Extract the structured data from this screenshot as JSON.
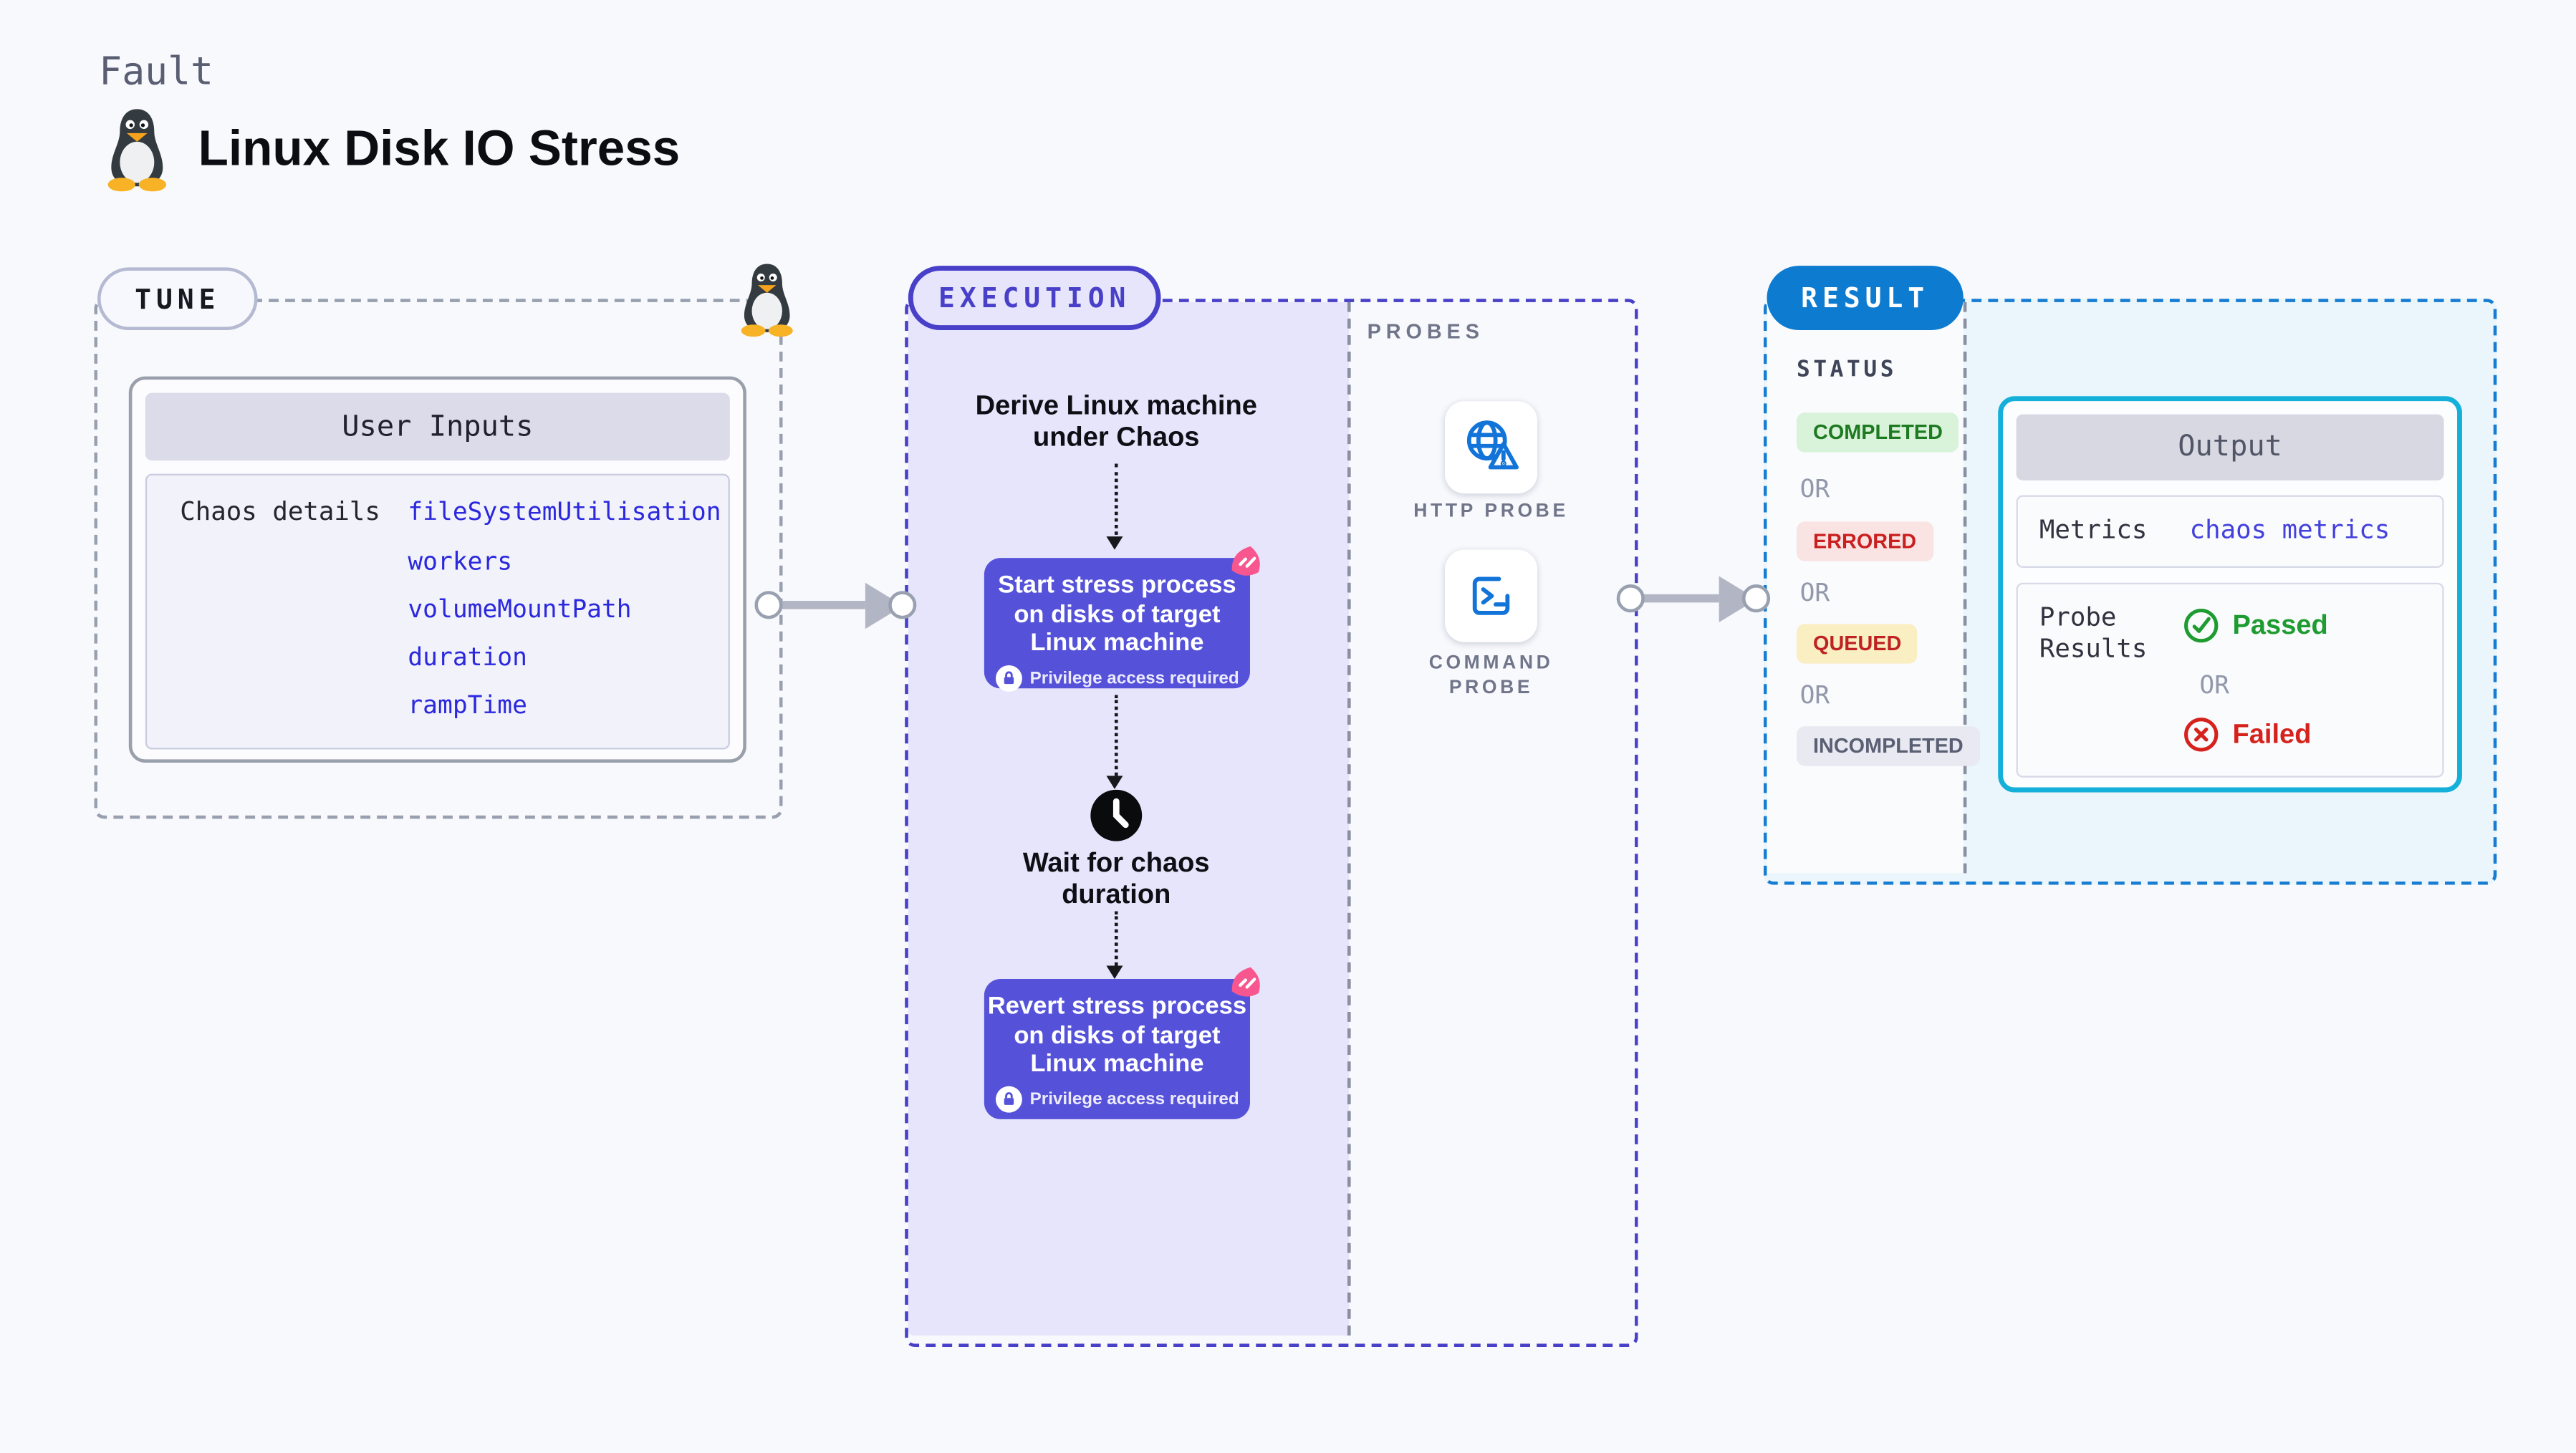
{
  "header": {
    "fault_label": "Fault",
    "title": "Linux Disk IO Stress"
  },
  "tune": {
    "label": "TUNE",
    "user_inputs": {
      "header": "User Inputs",
      "row_label": "Chaos details",
      "values": [
        "fileSystemUtilisation",
        "workers",
        "volumeMountPath",
        "duration",
        "rampTime"
      ]
    }
  },
  "execution": {
    "label": "EXECUTION",
    "derive_text": "Derive Linux machine under Chaos",
    "start_node": "Start stress process on disks of target Linux machine",
    "wait_text": "Wait for chaos duration",
    "revert_node": "Revert stress process on disks of target Linux machine",
    "privilege_label": "Privilege access required"
  },
  "probes": {
    "label": "PROBES",
    "items": [
      "HTTP PROBE",
      "COMMAND PROBE"
    ]
  },
  "result": {
    "label": "RESULT",
    "status_header": "STATUS",
    "or_label": "OR",
    "statuses": [
      "COMPLETED",
      "ERRORED",
      "QUEUED",
      "INCOMPLETED"
    ],
    "output": {
      "header": "Output",
      "metrics_label": "Metrics",
      "metrics_value": "chaos metrics",
      "probe_results_label": "Probe Results",
      "passed_label": "Passed",
      "failed_label": "Failed"
    }
  },
  "colors": {
    "page_bg": "#f8f9fd",
    "accent_indigo": "#4840c8",
    "lavender_fill": "#e7e5fb",
    "node_purple": "#5552d9",
    "pink_badge": "#f7578e",
    "result_blue": "#0d7bd0",
    "result_dash_blue": "#177dd2",
    "result_bg_cyan": "#eaf6fb",
    "output_border_cyan": "#14b0da",
    "probe_icon_blue": "#1274d8",
    "value_blue": "#2b28dd",
    "success_green": "#1f9c31",
    "error_red": "#d6221c",
    "completed_bg": "#d9f2da",
    "errored_bg": "#fae4e3",
    "queued_bg": "#faeec3",
    "incompleted_bg": "#e8e9f1",
    "arrow_gray": "#b2b6c4"
  }
}
